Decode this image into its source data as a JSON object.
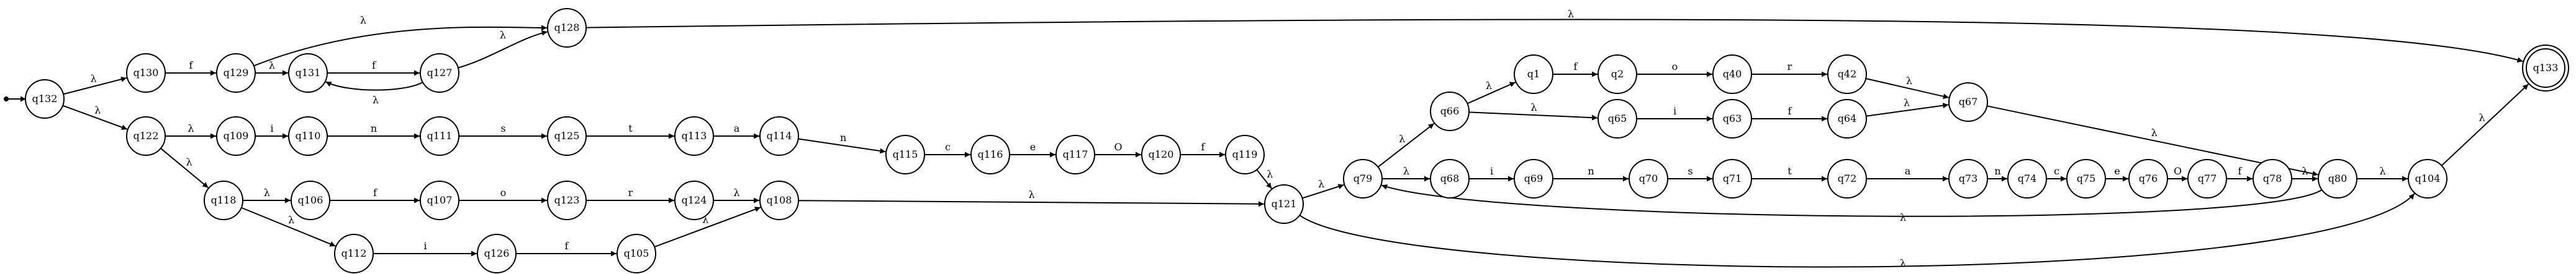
{
  "diagram": {
    "start_state": "q132",
    "accept_states": [
      "q133"
    ],
    "states": [
      "q132",
      "q130",
      "q122",
      "q129",
      "q131",
      "q127",
      "q128",
      "q109",
      "q110",
      "q111",
      "q125",
      "q113",
      "q114",
      "q115",
      "q116",
      "q117",
      "q120",
      "q119",
      "q121",
      "q118",
      "q106",
      "q107",
      "q123",
      "q124",
      "q108",
      "q112",
      "q126",
      "q105",
      "q79",
      "q66",
      "q68",
      "q1",
      "q2",
      "q40",
      "q42",
      "q65",
      "q63",
      "q64",
      "q67",
      "q69",
      "q70",
      "q71",
      "q72",
      "q73",
      "q74",
      "q75",
      "q76",
      "q77",
      "q78",
      "q80",
      "q104",
      "q133"
    ],
    "transitions": [
      {
        "from": "q132",
        "to": "q130",
        "label": "λ"
      },
      {
        "from": "q132",
        "to": "q122",
        "label": "λ"
      },
      {
        "from": "q130",
        "to": "q129",
        "label": "f"
      },
      {
        "from": "q129",
        "to": "q131",
        "label": "λ"
      },
      {
        "from": "q129",
        "to": "q128",
        "label": "λ"
      },
      {
        "from": "q131",
        "to": "q127",
        "label": "f"
      },
      {
        "from": "q127",
        "to": "q131",
        "label": "λ"
      },
      {
        "from": "q127",
        "to": "q128",
        "label": "λ"
      },
      {
        "from": "q128",
        "to": "q133",
        "label": "λ"
      },
      {
        "from": "q122",
        "to": "q109",
        "label": "λ"
      },
      {
        "from": "q122",
        "to": "q118",
        "label": "λ"
      },
      {
        "from": "q109",
        "to": "q110",
        "label": "i"
      },
      {
        "from": "q110",
        "to": "q111",
        "label": "n"
      },
      {
        "from": "q111",
        "to": "q125",
        "label": "s"
      },
      {
        "from": "q125",
        "to": "q113",
        "label": "t"
      },
      {
        "from": "q113",
        "to": "q114",
        "label": "a"
      },
      {
        "from": "q114",
        "to": "q115",
        "label": "n"
      },
      {
        "from": "q115",
        "to": "q116",
        "label": "c"
      },
      {
        "from": "q116",
        "to": "q117",
        "label": "e"
      },
      {
        "from": "q117",
        "to": "q120",
        "label": "O"
      },
      {
        "from": "q120",
        "to": "q119",
        "label": "f"
      },
      {
        "from": "q119",
        "to": "q121",
        "label": "λ"
      },
      {
        "from": "q118",
        "to": "q106",
        "label": "λ"
      },
      {
        "from": "q118",
        "to": "q112",
        "label": "λ"
      },
      {
        "from": "q106",
        "to": "q107",
        "label": "f"
      },
      {
        "from": "q107",
        "to": "q123",
        "label": "o"
      },
      {
        "from": "q123",
        "to": "q124",
        "label": "r"
      },
      {
        "from": "q124",
        "to": "q108",
        "label": "λ"
      },
      {
        "from": "q112",
        "to": "q126",
        "label": "i"
      },
      {
        "from": "q126",
        "to": "q105",
        "label": "f"
      },
      {
        "from": "q105",
        "to": "q108",
        "label": "λ"
      },
      {
        "from": "q108",
        "to": "q121",
        "label": "λ"
      },
      {
        "from": "q121",
        "to": "q79",
        "label": "λ"
      },
      {
        "from": "q121",
        "to": "q104",
        "label": "λ"
      },
      {
        "from": "q79",
        "to": "q66",
        "label": "λ"
      },
      {
        "from": "q79",
        "to": "q68",
        "label": "λ"
      },
      {
        "from": "q66",
        "to": "q1",
        "label": "λ"
      },
      {
        "from": "q66",
        "to": "q65",
        "label": "λ"
      },
      {
        "from": "q1",
        "to": "q2",
        "label": "f"
      },
      {
        "from": "q2",
        "to": "q40",
        "label": "o"
      },
      {
        "from": "q40",
        "to": "q42",
        "label": "r"
      },
      {
        "from": "q42",
        "to": "q67",
        "label": "λ"
      },
      {
        "from": "q65",
        "to": "q63",
        "label": "i"
      },
      {
        "from": "q63",
        "to": "q64",
        "label": "f"
      },
      {
        "from": "q64",
        "to": "q67",
        "label": "λ"
      },
      {
        "from": "q67",
        "to": "q80",
        "label": "λ"
      },
      {
        "from": "q68",
        "to": "q69",
        "label": "i"
      },
      {
        "from": "q69",
        "to": "q70",
        "label": "n"
      },
      {
        "from": "q70",
        "to": "q71",
        "label": "s"
      },
      {
        "from": "q71",
        "to": "q72",
        "label": "t"
      },
      {
        "from": "q72",
        "to": "q73",
        "label": "a"
      },
      {
        "from": "q73",
        "to": "q74",
        "label": "n"
      },
      {
        "from": "q74",
        "to": "q75",
        "label": "c"
      },
      {
        "from": "q75",
        "to": "q76",
        "label": "e"
      },
      {
        "from": "q76",
        "to": "q77",
        "label": "O"
      },
      {
        "from": "q77",
        "to": "q78",
        "label": "f"
      },
      {
        "from": "q78",
        "to": "q80",
        "label": "λ"
      },
      {
        "from": "q80",
        "to": "q79",
        "label": "λ"
      },
      {
        "from": "q80",
        "to": "q104",
        "label": "λ"
      },
      {
        "from": "q104",
        "to": "q133",
        "label": "λ"
      }
    ]
  }
}
